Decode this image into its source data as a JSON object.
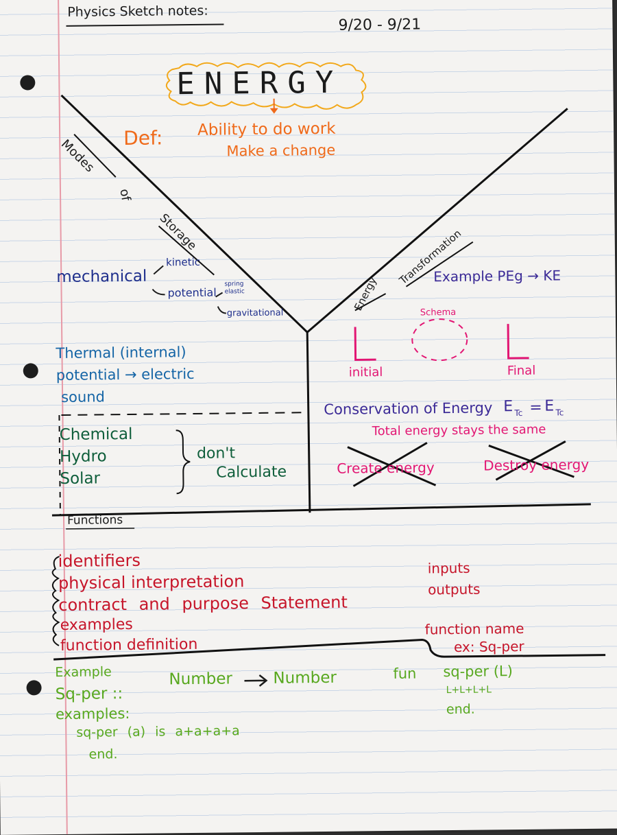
{
  "header": {
    "title": "Physics Sketch notes:",
    "date": "9/20 - 9/21"
  },
  "energy": {
    "title": "ENERGY",
    "def_label": "Def:",
    "def_line1": "Ability to do work",
    "def_line2": "Make a change"
  },
  "modes": {
    "word1": "Modes",
    "word2": "of",
    "word3": "Storage",
    "mechanical": "mechanical",
    "kinetic": "kinetic",
    "potential": "potential",
    "spring": "spring",
    "elastic": "elastic",
    "gravitational": "gravitational",
    "thermal": "Thermal (internal)",
    "potential_electric": "potential → electric",
    "sound": "sound",
    "chemical": "Chemical",
    "hydro": "Hydro",
    "solar": "Solar",
    "dont": "don't",
    "calculate": "Calculate"
  },
  "transformation": {
    "word1": "Energy",
    "word2": "Transformation",
    "example": "Example PEg → KE",
    "schema": "Schema",
    "initial": "initial",
    "final": "Final",
    "conservation": "Conservation of Energy",
    "etc_left": "E",
    "etc_sub": "Tc",
    "equals": "=",
    "etc_right": "E",
    "total": "Total energy stays the same",
    "create": "Create energy",
    "destroy": "Destroy energy"
  },
  "functions": {
    "heading": "Functions",
    "items": [
      "identifiers",
      "physical interpretation",
      "contract and purpose Statement",
      "examples",
      "function definition"
    ],
    "inputs": "inputs",
    "outputs": "outputs",
    "fn_name": "function name",
    "fn_ex": "ex: Sq-per"
  },
  "example": {
    "label": "Example",
    "contract_a": "Sq-per ::",
    "contract_b": "Number",
    "contract_c": "Number",
    "examples_label": "examples:",
    "example_line": "sq-per (a) is a+a+a+a",
    "end1": "end.",
    "fun": "fun",
    "fun_sig": "sq-per (L)",
    "fun_body": "L+L+L+L",
    "end2": "end."
  }
}
